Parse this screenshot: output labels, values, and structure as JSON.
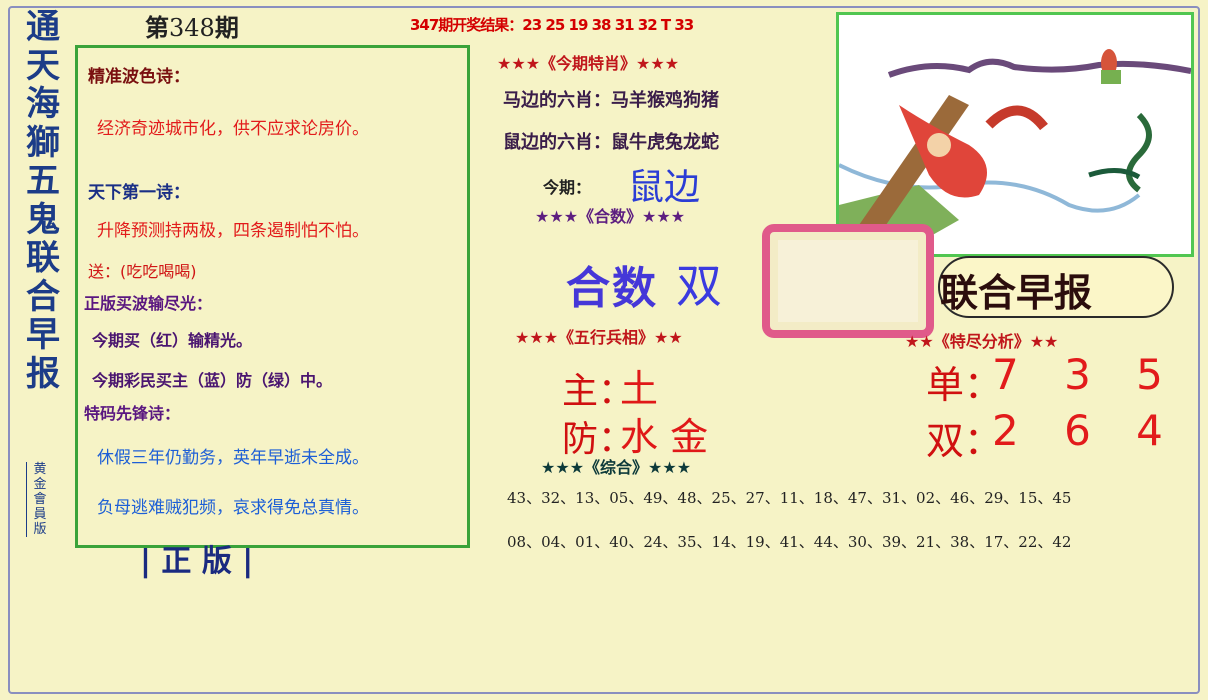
{
  "vertical_title": [
    "通",
    "天",
    "海",
    "獅",
    "五",
    "鬼",
    "联",
    "合",
    "早",
    "报"
  ],
  "vertical_subtitle": [
    "黄",
    "金",
    "會",
    "員",
    "版"
  ],
  "issue": {
    "prefix": "第",
    "number": "348",
    "suffix": "期"
  },
  "previous_result": "347期开奖结果：23 25 19 38 31 32 T 33",
  "left": {
    "wave_poem_title": "精准波色诗：",
    "wave_poem": "经济奇迹城市化，供不应求论房价。",
    "first_poem_title": "天下第一诗：",
    "first_poem": "升降预测持两极，四条遏制怕不怕。",
    "gift": "送：(吃吃喝喝)",
    "buy_title": "正版买波输尽光：",
    "buy_line1": "今期买（红）输精光。",
    "buy_line2": "今期彩民买主（蓝）防（绿）中。",
    "pioneer_title": "特码先锋诗：",
    "pioneer_line1": "休假三年仍勤务，英年早逝未全成。",
    "pioneer_line2": "负母逃难贼犯频，哀求得免总真情。",
    "bottom_cut": "| 正 版 |"
  },
  "middle": {
    "zodiac_head": "★★★《今期特肖》★★★",
    "horse_six": "马边的六肖：马羊猴鸡狗猪",
    "rat_six": "鼠边的六肖：鼠牛虎兔龙蛇",
    "current_label": "今期：",
    "current_value": "鼠边",
    "sum_head": "★★★《合数》★★★",
    "sum_label": "合数",
    "sum_value": "双",
    "elements_head": "★★★《五行兵相》★★",
    "main_label": "主：",
    "main_value": "土",
    "guard_label": "防：",
    "guard_value": "水 金",
    "combined_head": "★★★《综合》★★★",
    "numbers_row1": "43、32、13、05、49、48、25、27、11、18、47、31、02、46、29、15、45",
    "numbers_row2": "08、04、01、40、24、35、14、19、41、44、30、39、21、38、17、22、42"
  },
  "right": {
    "banner": "联合早报",
    "analysis_head": "★★《特尽分析》★★",
    "odd_label": "单：",
    "odd_value": "7 3 5",
    "even_label": "双：",
    "even_value": "2 6 4"
  }
}
